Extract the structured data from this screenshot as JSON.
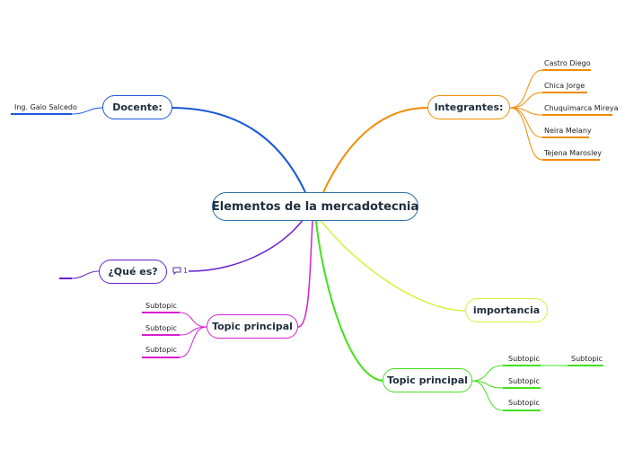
{
  "central": {
    "label": "Elementos de la mercadotecnia",
    "color": "#2a6fa8"
  },
  "branches": [
    {
      "id": "docente",
      "label": "Docente:",
      "color": "#1957d9",
      "children": [
        "Ing. Galo Salcedo"
      ]
    },
    {
      "id": "integrantes",
      "label": "Integrantes:",
      "color": "#f28c00",
      "children": [
        "Castro Diego",
        "Chica Jorge",
        "Chuquimarca Mireya",
        "Neira Melany",
        "Tejena Marosley"
      ]
    },
    {
      "id": "que-es",
      "label": "¿Qué es?",
      "color": "#6a1fd1",
      "children": [
        ""
      ],
      "note": {
        "icon": "comment-icon",
        "count": "1"
      }
    },
    {
      "id": "importancia",
      "label": "importancia",
      "color": "#d8f03a",
      "children": []
    },
    {
      "id": "topic-magenta",
      "label": "Topic principal",
      "color": "#d61fd1",
      "children": [
        "Subtopic",
        "Subtopic",
        "Subtopic"
      ]
    },
    {
      "id": "topic-green",
      "label": "Topic principal",
      "color": "#44e01c",
      "children": [
        "Subtopic",
        "Subtopic",
        "Subtopic"
      ],
      "grandchild": "Subtopic"
    }
  ]
}
